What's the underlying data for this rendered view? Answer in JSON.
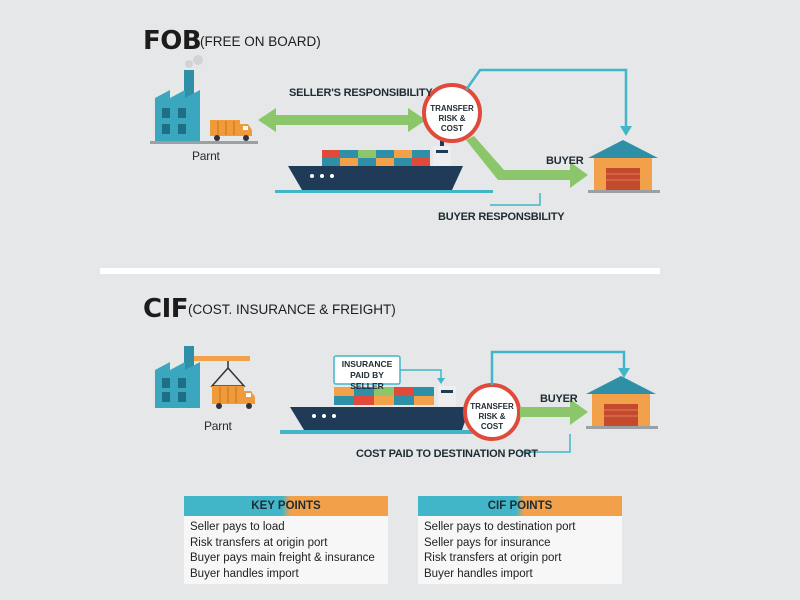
{
  "fob": {
    "title": "FOB",
    "subtitle": "(FREE ON BOARD)",
    "plant_label": "Parnt",
    "seller_responsibility": "SELLER'S RESPONSIBILITY",
    "transfer_label": "TRANSFER\nRISK & COST",
    "buyer_label": "BUYER",
    "buyer_responsibility": "BUYER RESPONSBILITY"
  },
  "cif": {
    "title": "CIF",
    "subtitle": "(COST. INSURANCE & FREIGHT)",
    "plant_label": "Parnt",
    "insurance_label": "INSURANCE\nPAID BY SELLER",
    "transfer_label": "TRANSFER\nRISK & COST",
    "buyer_label": "BUYER",
    "cost_paid_label": "COST PAID TO DESTINATION PORT"
  },
  "key_points": {
    "header": "KEY POINTS",
    "items": [
      "Seller pays to load",
      "Risk transfers at origin port",
      "Buyer pays main freight & insurance",
      "Buyer handles import"
    ]
  },
  "cif_points": {
    "header": "CIF POINTS",
    "items": [
      "Seller pays to destination port",
      "Seller pays for insurance",
      "Risk transfers at origin port",
      "Buyer handles import"
    ]
  },
  "colors": {
    "teal": "#41b6c9",
    "orange": "#f3a04a",
    "green": "#8cc66a",
    "red": "#e04a3a",
    "navy": "#1f3b57"
  }
}
